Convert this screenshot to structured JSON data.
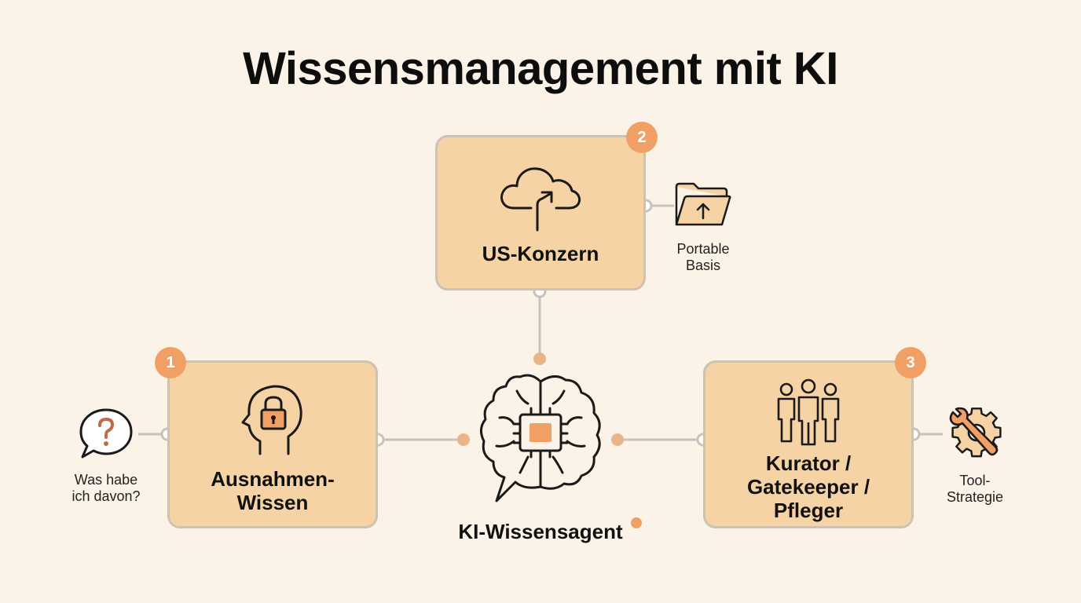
{
  "title": "Wissensmanagement mit KI",
  "colors": {
    "background": "#fbf3e7",
    "card_fill": "#f6d3a5",
    "card_border": "#cfc2b3",
    "accent": "#f0a064",
    "line": "#c8c2bb",
    "ink": "#111111"
  },
  "center": {
    "label": "KI-Wissensagent",
    "icon": "brain-chip-icon"
  },
  "nodes": [
    {
      "badge": "2",
      "label": "US-Konzern",
      "icon": "cloud-upload-icon",
      "side_label": "Portable\nBasis",
      "side_icon": "folder-upload-icon"
    },
    {
      "badge": "1",
      "label": "Ausnahmen-\nWissen",
      "icon": "head-lock-icon",
      "side_label": "Was habe\nich davon?",
      "side_icon": "question-bubble-icon"
    },
    {
      "badge": "3",
      "label": "Kurator /\nGatekeeper /\nPfleger",
      "icon": "people-group-icon",
      "side_label": "Tool-\nStrategie",
      "side_icon": "gear-wrench-icon"
    }
  ]
}
